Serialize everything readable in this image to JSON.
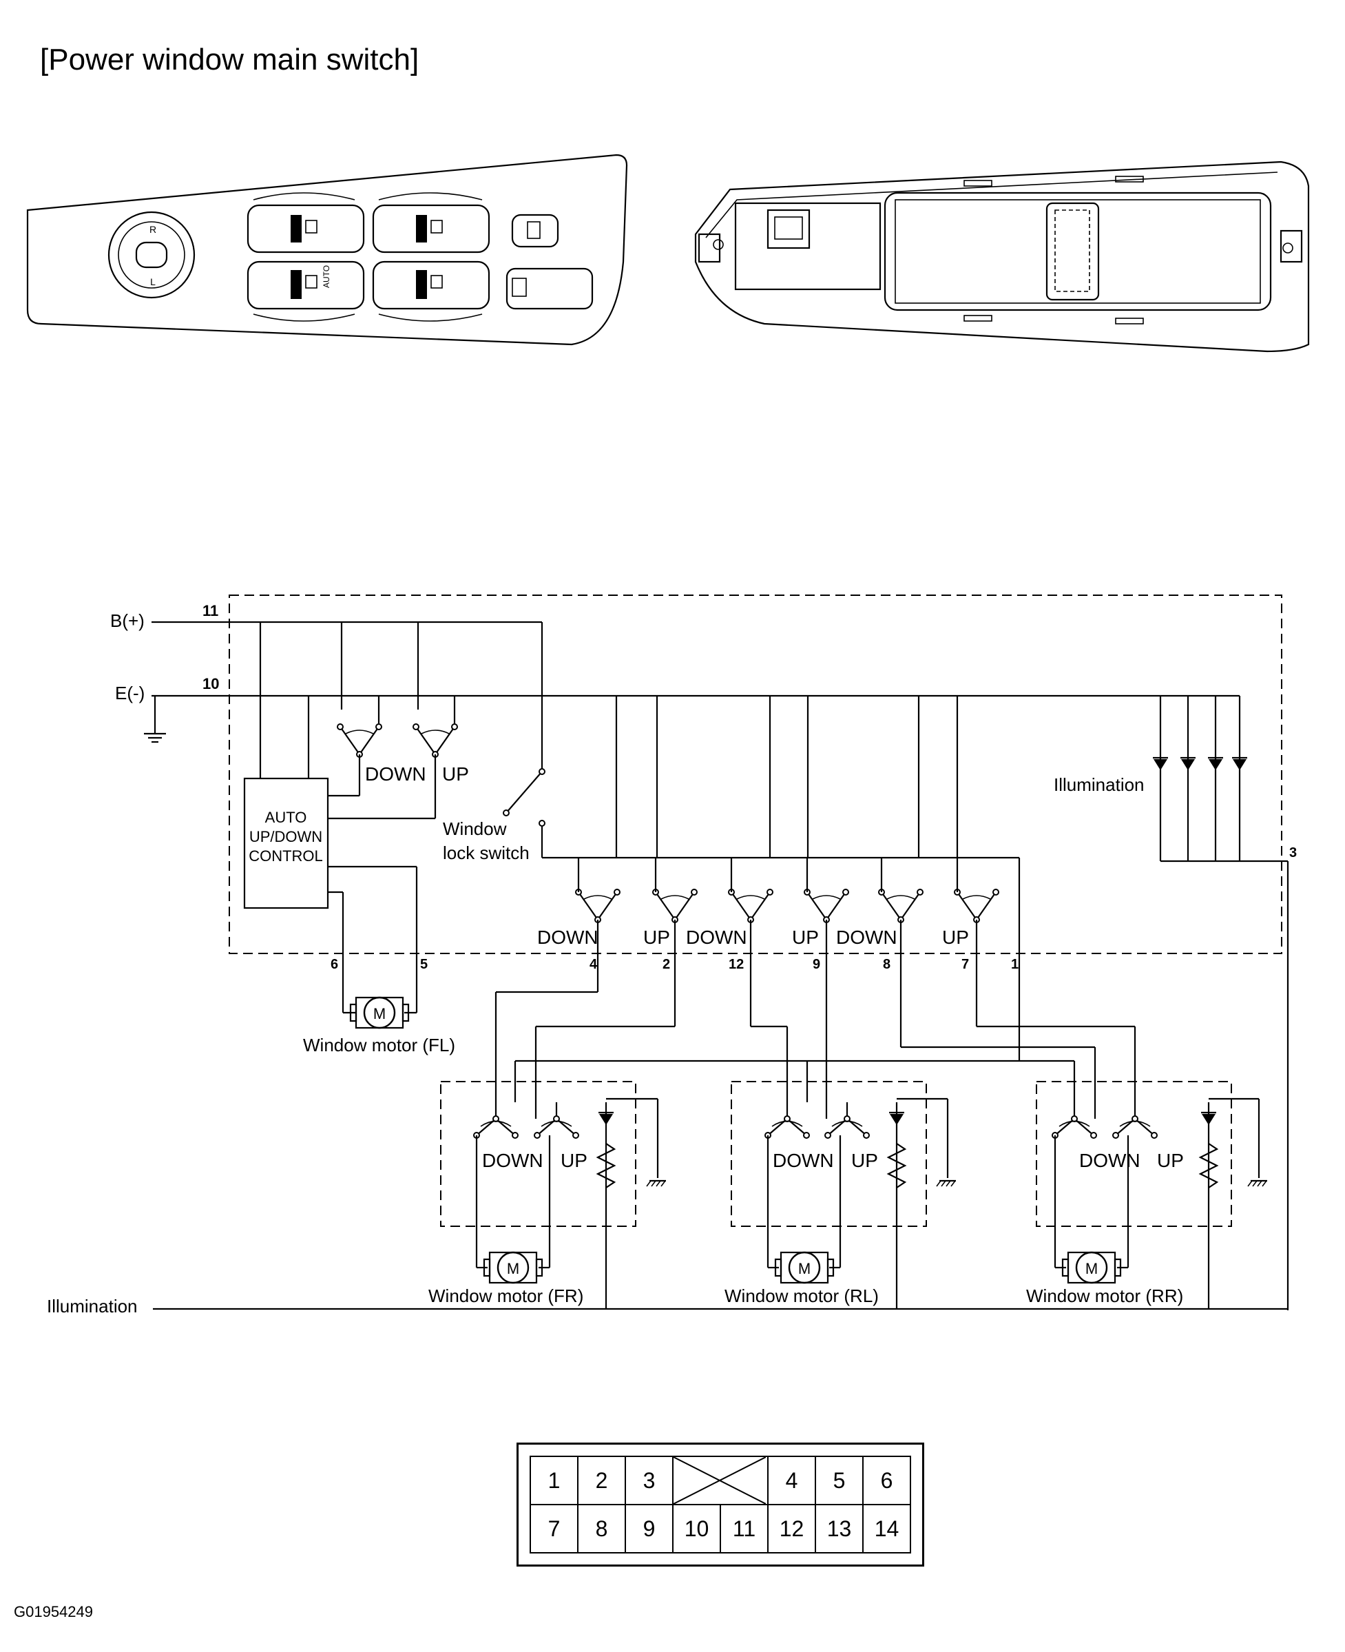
{
  "title": "[Power window main switch]",
  "figure_code": "G01954249",
  "switch_panel": {
    "auto_label": "AUTO",
    "mirror_left": "L",
    "mirror_right": "R"
  },
  "schematic": {
    "supply_label": "B(+)",
    "ground_label": "E(-)",
    "pin_11": "11",
    "pin_10": "10",
    "pin_3": "3",
    "control_label": [
      "AUTO",
      "UP/DOWN",
      "CONTROL"
    ],
    "window_lock_label": [
      "Window",
      "lock switch"
    ],
    "illumination_label": "Illumination",
    "illumination_line_label": "Illumination",
    "down": "DOWN",
    "up": "UP",
    "pins_bottom": [
      "6",
      "5",
      "4",
      "2",
      "12",
      "9",
      "8",
      "7",
      "1"
    ],
    "motor_symbol": "M",
    "motors": [
      "Window motor (FL)",
      "Window motor (FR)",
      "Window motor (RL)",
      "Window motor (RR)"
    ]
  },
  "connector": {
    "row1": [
      "1",
      "2",
      "3",
      "",
      "4",
      "5",
      "6"
    ],
    "row2": [
      "7",
      "8",
      "9",
      "10",
      "11",
      "12",
      "13",
      "14"
    ]
  }
}
